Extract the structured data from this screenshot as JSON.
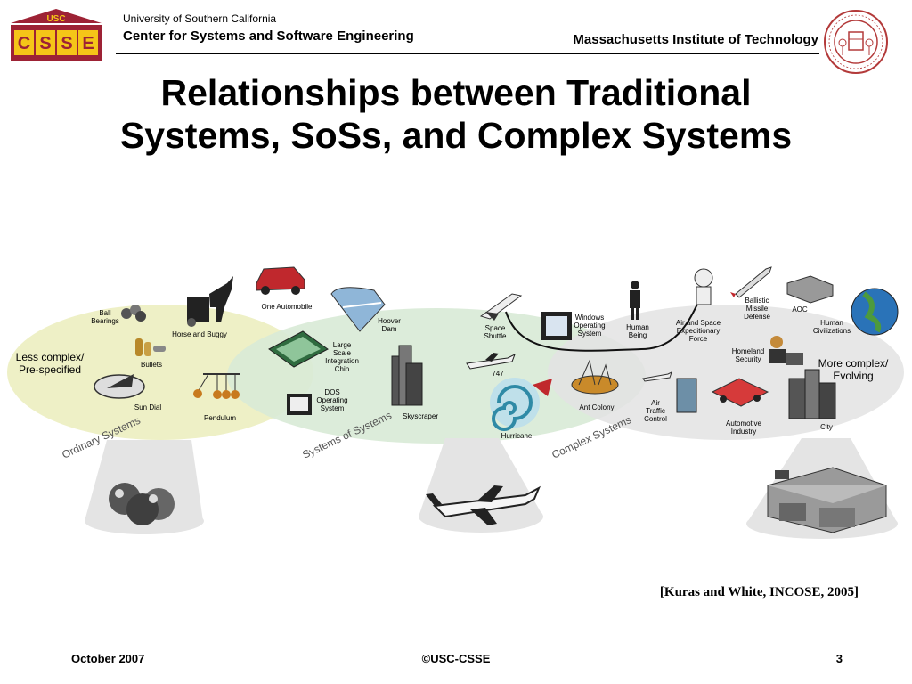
{
  "header": {
    "logo_top": "USC",
    "logo_letters": [
      "C",
      "S",
      "S",
      "E"
    ],
    "university": "University of Southern California",
    "center": "Center for Systems and Software Engineering",
    "mit": "Massachusetts Institute of Technology"
  },
  "title_line1": "Relationships between Traditional",
  "title_line2": "Systems, SoSs, and Complex Systems",
  "diagram": {
    "left_label_1": "Less complex/",
    "left_label_2": "Pre-specified",
    "right_label_1": "More complex/",
    "right_label_2": "Evolving",
    "ordinary": "Ordinary Systems",
    "sos": "Systems of Systems",
    "complex": "Complex Systems",
    "items": {
      "ball_1": "Ball",
      "ball_2": "Bearings",
      "horse": "Horse and Buggy",
      "bullets": "Bullets",
      "sundial": "Sun Dial",
      "pendulum": "Pendulum",
      "automobile": "One Automobile",
      "hoover_1": "Hoover",
      "hoover_2": "Dam",
      "chip_1": "Large",
      "chip_2": "Scale",
      "chip_3": "Integration",
      "chip_4": "Chip",
      "dos_1": "DOS",
      "dos_2": "Operating",
      "dos_3": "System",
      "skyscraper": "Skyscraper",
      "shuttle_1": "Space",
      "shuttle_2": "Shuttle",
      "b747": "747",
      "hurricane": "Hurricane",
      "windows_1": "Windows",
      "windows_2": "Operating",
      "windows_3": "System",
      "human_1": "Human",
      "human_2": "Being",
      "antcolony": "Ant Colony",
      "atc_1": "Air",
      "atc_2": "Traffic",
      "atc_3": "Control",
      "aef_1": "Air and Space",
      "aef_2": "Expeditionary",
      "aef_3": "Force",
      "bmd_1": "Ballistic",
      "bmd_2": "Missile",
      "bmd_3": "Defense",
      "aoc": "AOC",
      "civ_1": "Human",
      "civ_2": "Civilizations",
      "hs_1": "Homeland",
      "hs_2": "Security",
      "auto_1": "Automotive",
      "auto_2": "Industry",
      "city": "City"
    }
  },
  "citation": "[Kuras and White, INCOSE, 2005]",
  "footer": {
    "date": "October 2007",
    "copyright": "©USC-CSSE",
    "page": "3"
  }
}
